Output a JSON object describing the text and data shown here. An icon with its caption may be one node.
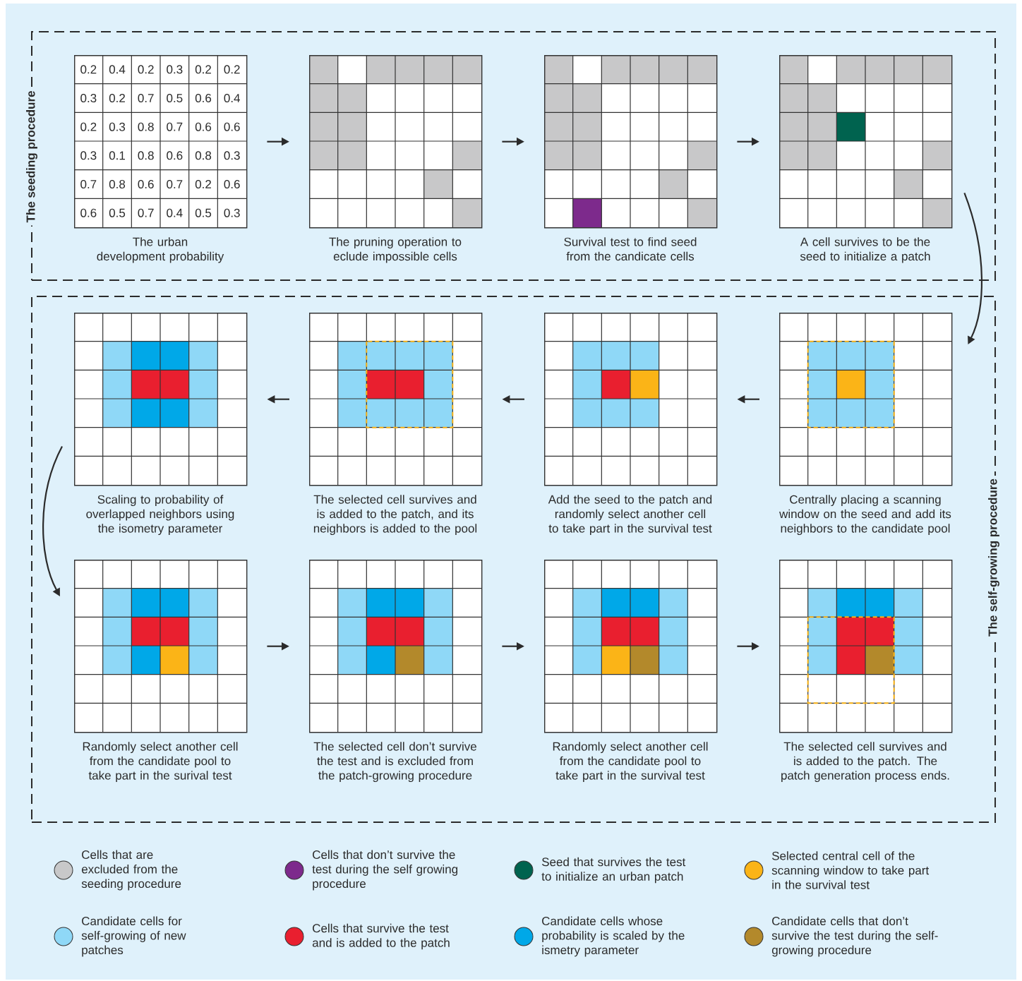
{
  "diagram": {
    "nodes": [
      {
        "text": [
          "The seeding procedure"
        ]
      },
      {
        "text": [
          "0.2",
          "0.4",
          "0.2",
          "0.3",
          "0.2",
          "0.2",
          "0.3",
          "0.2",
          "0.7",
          "0.5",
          "0.6",
          "0.4",
          "0.2",
          "0.3",
          "0.8",
          "0.7",
          "0.6",
          "0.6",
          "0.3",
          "0.1",
          "0.8",
          "0.6",
          "0.8",
          "0.3",
          "0.7",
          "0.8",
          "0.6",
          "0.7",
          "0.2",
          "0.6",
          "0.6",
          "0.5",
          "0.7",
          "0.4",
          "0.5",
          "0.3"
        ],
        "in": 0,
        "beside": [
          "The urban development probability"
        ]
      },
      {
        "text": [],
        "shape": "grid",
        "in": 0,
        "beside": [
          "The pruning operation to eclude impossible cells"
        ]
      },
      {
        "text": [],
        "shape": "grid",
        "in": 0,
        "beside": [
          "Survival test to find seed from the candicate cells"
        ]
      },
      {
        "text": [],
        "shape": "grid",
        "in": 0,
        "beside": [
          "A cell survives to be the seed to initialize a patch"
        ]
      },
      {
        "text": [
          "The self-growing procedure"
        ]
      },
      {
        "text": [],
        "shape": "grid",
        "in": 5,
        "beside": [
          "Scaling to probability of overlapped neighbors using the isometry parameter"
        ]
      },
      {
        "text": [],
        "shape": "grid",
        "in": 5,
        "beside": [
          "The selected cell survives and is added to the patch, and its neighbors is added to the pool"
        ]
      },
      {
        "text": [],
        "shape": "grid",
        "in": 5,
        "beside": [
          "Add the seed to the patch and randomly select another cell to take part in the survival test"
        ]
      },
      {
        "text": [],
        "shape": "grid",
        "in": 5,
        "beside": [
          "Centrally placing a scanning window on the seed and add its neighbors to the candidate pool"
        ]
      },
      {
        "text": [],
        "shape": "grid",
        "in": 5,
        "beside": [
          "Randomly select another cell from the candidate pool to take part in the surival test"
        ]
      },
      {
        "text": [],
        "shape": "grid",
        "in": 5,
        "beside": [
          "The selected cell don’t survive the test and is excluded from the patch-growing procedure"
        ]
      },
      {
        "text": [],
        "shape": "grid",
        "in": 5,
        "beside": [
          "Randomly select another cell from the candidate pool to take part in the survival test"
        ]
      },
      {
        "text": [],
        "shape": "grid",
        "in": 5,
        "beside": [
          "The selected cell survives and is added to the patch. The patch generation process ends."
        ]
      }
    ],
    "edges": [
      {
        "from": 1,
        "to": 2,
        "arrow": "to"
      },
      {
        "from": 2,
        "to": 3,
        "arrow": "to"
      },
      {
        "from": 3,
        "to": 4,
        "arrow": "to"
      },
      {
        "from": 4,
        "to": 9,
        "arrow": "to"
      },
      {
        "from": 9,
        "to": 8,
        "arrow": "to"
      },
      {
        "from": 8,
        "to": 7,
        "arrow": "to"
      },
      {
        "from": 7,
        "to": 6,
        "arrow": "to"
      },
      {
        "from": 6,
        "to": 10,
        "arrow": "to"
      },
      {
        "from": 10,
        "to": 11,
        "arrow": "to"
      },
      {
        "from": 11,
        "to": 12,
        "arrow": "to"
      },
      {
        "from": 12,
        "to": 13,
        "arrow": "to"
      }
    ],
    "legend": [
      {
        "text": "Cells that are excluded from the seeding procedure",
        "color": "#c8c8c9"
      },
      {
        "text": "Cells that don’t survive the test during the self growing procedure",
        "color": "#7d2a8c"
      },
      {
        "text": "Seed that survives the test to initialize an urban patch",
        "color": "#00634f"
      },
      {
        "text": "Selected central cell of the scanning window to take part in the survival test",
        "color": "#fbb417"
      },
      {
        "text": "Candidate cells for self-growing of new patches",
        "color": "#8fd8f7"
      },
      {
        "text": "Cells that survive the test and is added to the patch",
        "color": "#e91f2f"
      },
      {
        "text": "Candidate cells whose probability is scaled by the ismetry parameter",
        "color": "#00a8e8"
      },
      {
        "text": "Candidate cells that don’t survive the test during the self-growing procedure",
        "color": "#b3892b"
      }
    ]
  }
}
